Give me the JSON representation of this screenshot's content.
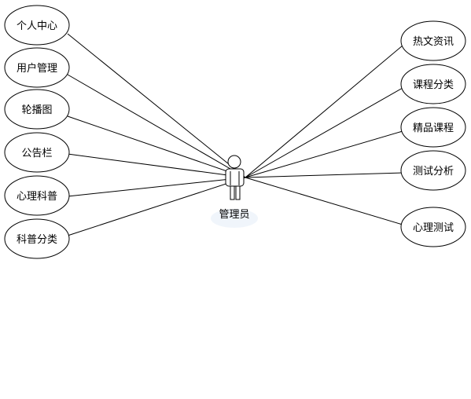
{
  "actor": {
    "label": "管理员",
    "icon": "person-icon"
  },
  "left_use_cases": [
    {
      "label": "个人中心"
    },
    {
      "label": "用户管理"
    },
    {
      "label": "轮播图"
    },
    {
      "label": "公告栏"
    },
    {
      "label": "心理科普"
    },
    {
      "label": "科普分类"
    }
  ],
  "right_use_cases": [
    {
      "label": "热文资讯"
    },
    {
      "label": "课程分类"
    },
    {
      "label": "精品课程"
    },
    {
      "label": "测试分析"
    },
    {
      "label": "心理测试"
    }
  ],
  "colors": {
    "line": "#000000",
    "ellipse_fill": "#ffffff",
    "actor_label_bg": "#e6eef8"
  }
}
